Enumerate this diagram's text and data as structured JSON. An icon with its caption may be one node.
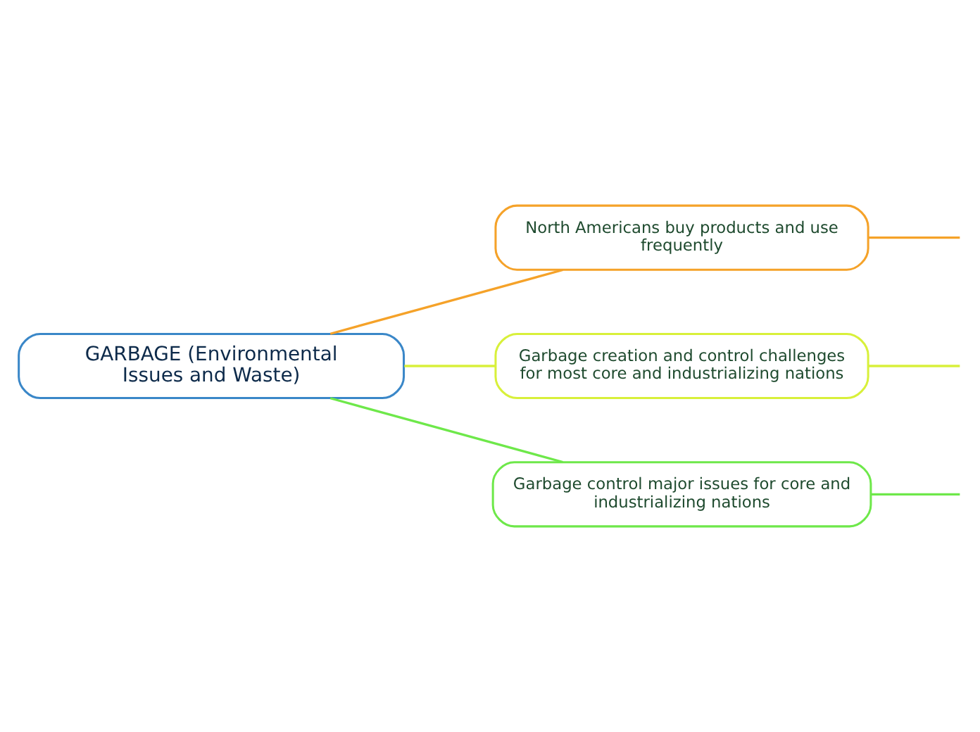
{
  "diagram": {
    "nodes": [
      {
        "text": [
          "GARBAGE (Environmental Issues and Waste)"
        ]
      },
      {
        "text": [
          "North Americans buy products and use frequently"
        ]
      },
      {
        "text": [
          "Garbage creation and control challenges for most core and industrializing nations"
        ]
      },
      {
        "text": [
          "Garbage control major issues for core and industrializing nations"
        ]
      }
    ],
    "edges": [
      {
        "from": 0,
        "to": 1,
        "arrow": "none",
        "color": "#f5a229"
      },
      {
        "from": 0,
        "to": 2,
        "arrow": "none",
        "color": "#d8f03a"
      },
      {
        "from": 0,
        "to": 3,
        "arrow": "none",
        "color": "#6ee84a"
      },
      {
        "from": 1,
        "to": null,
        "arrow": "none",
        "color": "#f5a229"
      },
      {
        "from": 2,
        "to": null,
        "arrow": "none",
        "color": "#d8f03a"
      },
      {
        "from": 3,
        "to": null,
        "arrow": "none",
        "color": "#6ee84a"
      }
    ]
  }
}
